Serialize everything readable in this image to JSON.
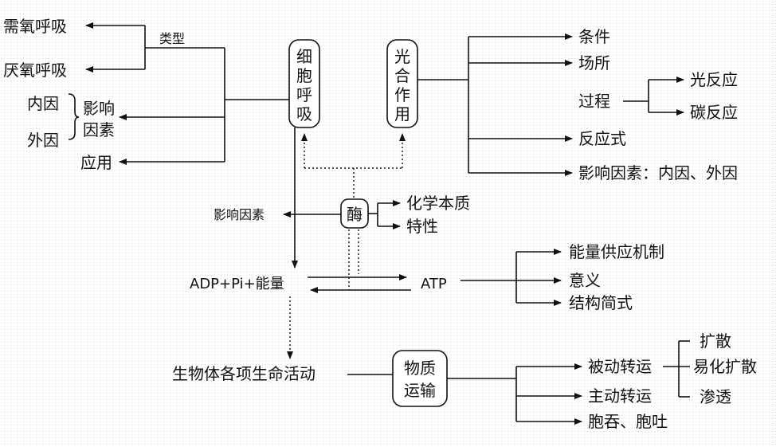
{
  "respiration": {
    "node": [
      "细",
      "胞",
      "呼",
      "吸"
    ],
    "type_label": "类型",
    "aerobic": "需氧呼吸",
    "anaerobic": "厌氧呼吸",
    "internal": "内因",
    "external": "外因",
    "factors": [
      "影响",
      "因素"
    ],
    "application": "应用"
  },
  "photosynthesis": {
    "node": [
      "光",
      "合",
      "作",
      "用"
    ],
    "conditions": "条件",
    "site": "场所",
    "process": "过程",
    "light_reaction": "光反应",
    "carbon_reaction": "碳反应",
    "equation": "反应式",
    "factors": "影响因素：内因、外因"
  },
  "enzyme": {
    "node": "酶",
    "factors": "影响因素",
    "nature": "化学本质",
    "properties": "特性"
  },
  "atp": {
    "left": "ADP+Pi+能量",
    "right": "ATP",
    "mechanism": "能量供应机制",
    "significance": "意义",
    "structure": "结构简式"
  },
  "life": {
    "activities": "生物体各项生命活动"
  },
  "transport": {
    "node": [
      "物质",
      "运输"
    ],
    "passive": "被动转运",
    "diffusion": "扩散",
    "facilitated": "易化扩散",
    "osmosis": "渗透",
    "active": "主动转运",
    "endo_exo": "胞吞、胞吐"
  }
}
